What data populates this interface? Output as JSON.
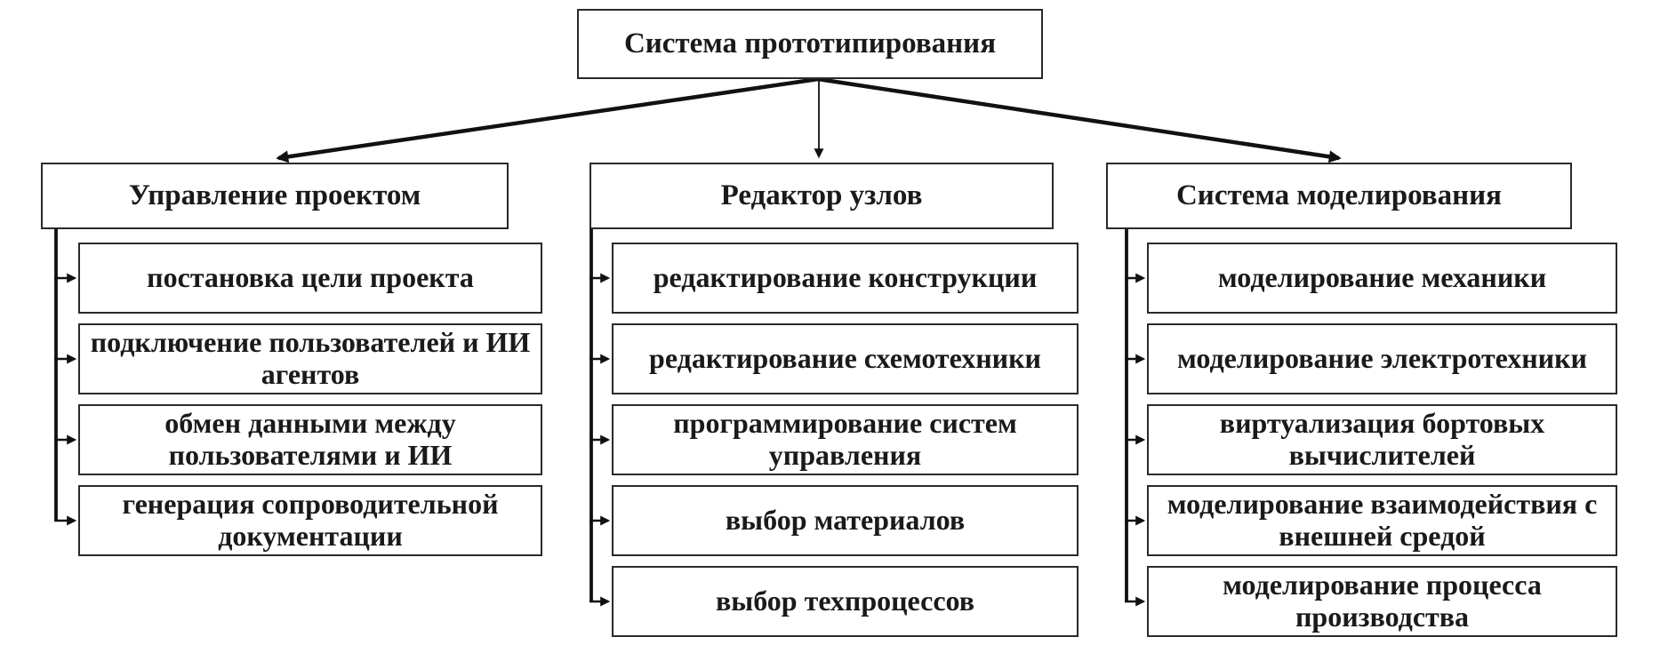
{
  "diagram": {
    "title": "Система прототипирования",
    "root": {
      "label": "Система прототипирования"
    },
    "columns": [
      {
        "header": "Управление проектом",
        "items": [
          "постановка цели проекта",
          "подключение пользователей и ИИ агентов",
          "обмен данными между пользователями и ИИ",
          "генерация сопроводительной документации"
        ]
      },
      {
        "header": "Редактор узлов",
        "items": [
          "редактирование конструкции",
          "редактирование схемотехники",
          "программирование систем управления",
          "выбор материалов",
          "выбор техпроцессов"
        ]
      },
      {
        "header": "Система моделирования",
        "items": [
          "моделирование механики",
          "моделирование электротехники",
          "виртуализация бортовых вычислителей",
          "моделирование взаимодействия с внешней средой",
          "моделирование процесса производства"
        ]
      }
    ],
    "colors": {
      "box_border": "#2a2a2a",
      "box_fill": "#ffffff",
      "text": "#1a1a1a",
      "connector": "#111111",
      "background": "#ffffff"
    }
  }
}
